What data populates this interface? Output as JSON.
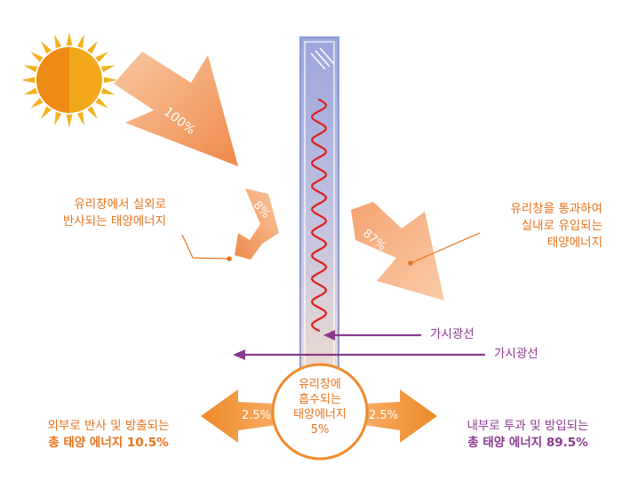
{
  "arrows": {
    "incoming_pct": "100%",
    "reflected_pct": "8%",
    "transmitted_pct": "87%",
    "outward_pct": "2.5%",
    "inward_pct": "2.5%"
  },
  "labels": {
    "reflected": [
      "유리창에서 실외로",
      "반사되는 태양에너지"
    ],
    "transmitted": [
      "유리창을 통과하여",
      "실내로 유입되는",
      "태양에너지"
    ],
    "visible_light_1": "가시광선",
    "visible_light_2": "가시광선",
    "absorbed": [
      "유리창에",
      "흡수되는",
      "태양에너지",
      "5%"
    ],
    "outside_total": [
      "외부로 반사 및 방출되는",
      "총 태양 에너지 10.5%"
    ],
    "inside_total": [
      "내부로 투과 및 방입되는",
      "총 태양 에너지 89.5%"
    ]
  },
  "colors": {
    "orange": "#e8731c",
    "purple": "#8b3a8f",
    "wave_red": "#e0201e",
    "glass_blue": "#9aa6dd",
    "sun": "#f0a21a"
  }
}
